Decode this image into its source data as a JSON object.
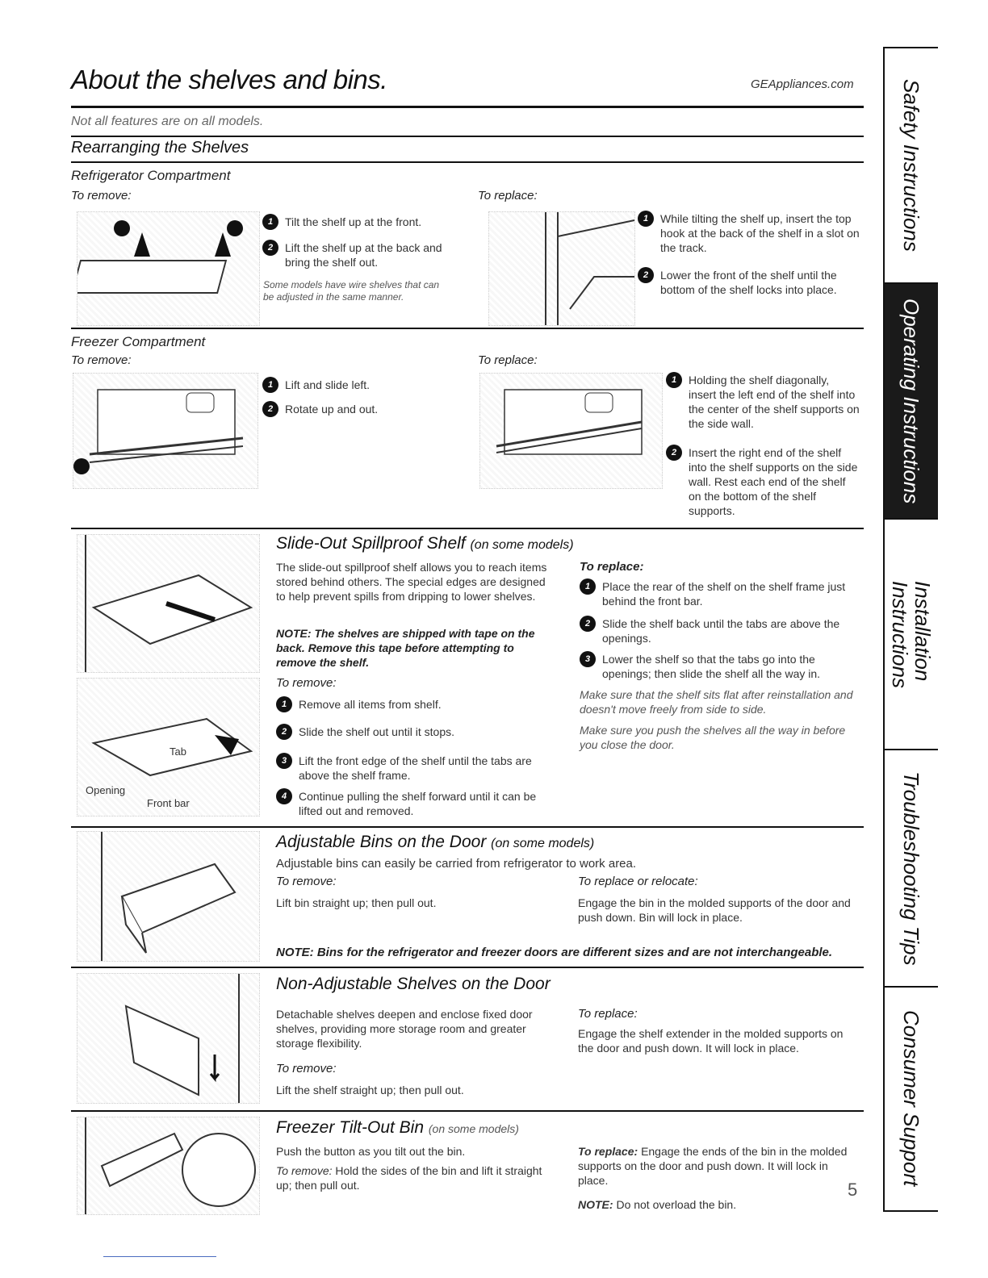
{
  "header": {
    "title": "About the shelves and bins.",
    "site": "GEAppliances.com"
  },
  "subtitle": "Not all features are on all models.",
  "rearranging": {
    "heading": "Rearranging the Shelves",
    "fridge": {
      "heading": "Refrigerator Compartment",
      "remove_label": "To remove:",
      "remove_steps": [
        "Tilt the shelf up at the front.",
        "Lift the shelf up at the back and bring the shelf out."
      ],
      "note": "Some models have wire shelves that can be adjusted in the same manner.",
      "replace_label": "To replace:",
      "replace_steps": [
        "While tilting the shelf up, insert the top hook at the back of the shelf in a slot on the track.",
        "Lower the front of the shelf until the bottom of the shelf locks into place."
      ]
    },
    "freezer": {
      "heading": "Freezer Compartment",
      "remove_label": "To remove:",
      "remove_steps": [
        "Lift and slide left.",
        "Rotate up and out."
      ],
      "replace_label": "To replace:",
      "replace_steps": [
        "Holding the shelf diagonally, insert the left end of the shelf into the center of the shelf supports on the side wall.",
        "Insert the right end of the shelf into the shelf supports on the side wall. Rest each end of the shelf on the bottom of the shelf supports."
      ]
    }
  },
  "spillproof": {
    "heading": "Slide-Out Spillproof Shelf",
    "heading_suffix": "(on some models)",
    "intro": "The slide-out spillproof shelf allows you to reach items stored behind others. The special edges are designed to help prevent spills from dripping to lower shelves.",
    "note": "NOTE: The shelves are shipped with tape on the back. Remove this tape before attempting to remove the shelf.",
    "remove_label": "To remove:",
    "remove_steps": [
      "Remove all items from shelf.",
      "Slide the shelf out until it stops.",
      "Lift the front edge of the shelf until the tabs are above the shelf frame.",
      "Continue pulling the shelf forward until it can be lifted out and removed."
    ],
    "replace_label": "To replace:",
    "replace_steps": [
      "Place the rear of the shelf on the shelf frame just behind the front bar.",
      "Slide the shelf back until the tabs are above the openings.",
      "Lower the shelf so that the tabs go into the openings; then slide the shelf all the way in."
    ],
    "tip1": "Make sure that the shelf sits flat after reinstallation and doesn't move freely from side to side.",
    "tip2": "Make sure you push the shelves all the way in before you close the door.",
    "illus_labels": {
      "tab": "Tab",
      "opening": "Opening",
      "front_bar": "Front bar"
    }
  },
  "adjustable_bins": {
    "heading": "Adjustable Bins on the Door",
    "heading_suffix": "(on some models)",
    "intro": "Adjustable bins can easily be carried from refrigerator to work area.",
    "remove_label": "To remove:",
    "remove_text": "Lift bin straight up; then pull out.",
    "replace_label": "To replace or relocate:",
    "replace_text": "Engage the bin in the molded supports of the door and push down. Bin will lock in place.",
    "note": "NOTE: Bins for the refrigerator and freezer doors are different sizes and are not interchangeable."
  },
  "non_adjustable": {
    "heading": "Non-Adjustable Shelves on the Door",
    "intro": "Detachable shelves deepen and enclose fixed door shelves, providing more storage room and greater storage flexibility.",
    "remove_label": "To remove:",
    "remove_text": "Lift the shelf straight up; then pull out.",
    "replace_label": "To replace:",
    "replace_text": "Engage the shelf extender in the molded supports on the door and push down. It will lock in place."
  },
  "tilt_out": {
    "heading": "Freezer Tilt-Out Bin",
    "heading_suffix": "(on some models)",
    "intro": "Push the button as you tilt out the bin.",
    "remove_label": "To remove:",
    "remove_text": "Hold the sides of the bin and lift it straight up; then pull out.",
    "replace_label": "To replace:",
    "replace_text": "Engage the ends of the bin in the molded supports on the door and push down. It will lock in place.",
    "note_label": "NOTE:",
    "note_text": "Do not overload the bin."
  },
  "side_tabs": [
    {
      "label": "Safety Instructions",
      "active": false
    },
    {
      "label": "Operating Instructions",
      "active": true
    },
    {
      "label": "Installation\nInstructions",
      "active": false
    },
    {
      "label": "Troubleshooting Tips",
      "active": false
    },
    {
      "label": "Consumer Support",
      "active": false
    }
  ],
  "step_numbers": [
    "1",
    "2",
    "3",
    "4"
  ],
  "page_number": "5"
}
